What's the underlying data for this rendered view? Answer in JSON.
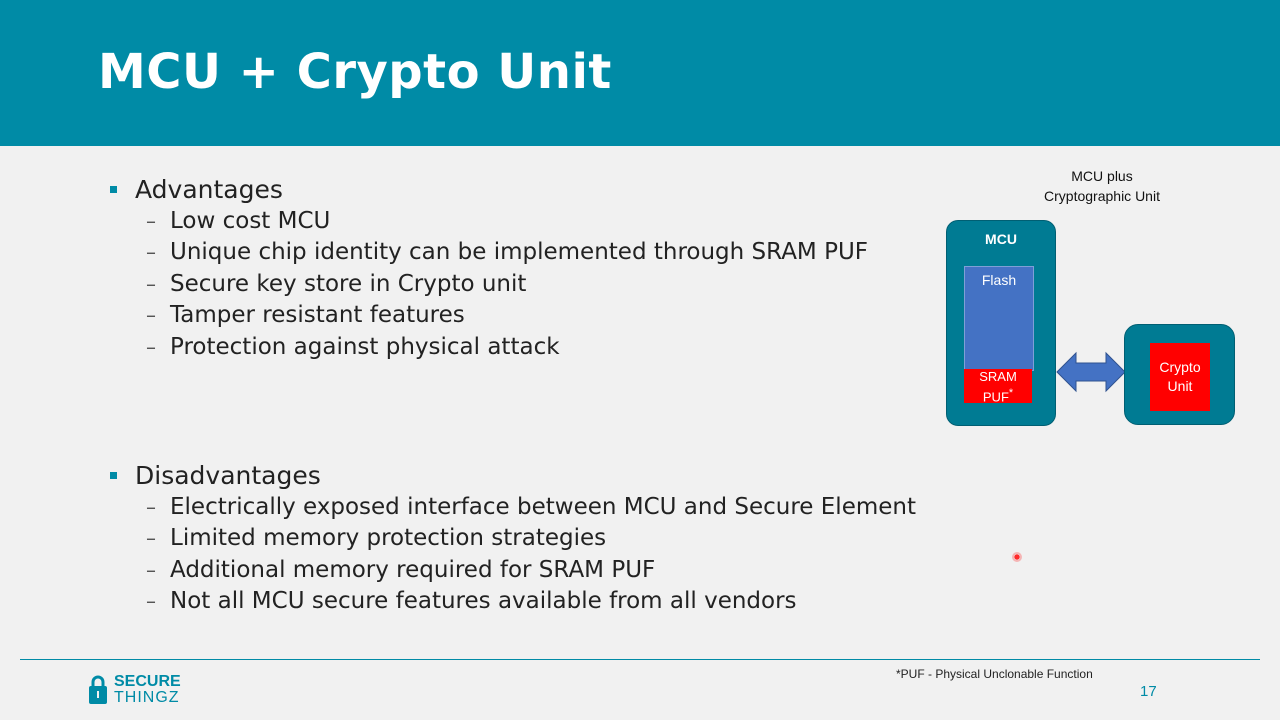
{
  "slide": {
    "title": "MCU + Crypto Unit",
    "page_number": "17",
    "footnote": "*PUF - Physical Unclonable Function"
  },
  "advantages": {
    "heading": "Advantages",
    "items": [
      "Low cost MCU",
      "Unique chip identity can be implemented through SRAM PUF",
      "Secure key store in Crypto unit",
      "Tamper resistant features",
      "Protection against physical attack"
    ]
  },
  "disadvantages": {
    "heading": "Disadvantages",
    "items": [
      "Electrically exposed interface between MCU and Secure Element",
      "Limited memory protection strategies",
      "Additional memory required for SRAM PUF",
      "Not all MCU secure features available from all vendors"
    ]
  },
  "diagram": {
    "caption_line1": "MCU plus",
    "caption_line2": "Cryptographic Unit",
    "mcu_label": "MCU",
    "flash_label": "Flash",
    "sram_line1": "SRAM",
    "sram_line2": "PUF",
    "sram_mark": "*",
    "crypto_line1": "Crypto",
    "crypto_line2": "Unit"
  },
  "logo": {
    "line1": "SECURE",
    "line2": "THINGZ"
  },
  "colors": {
    "header": "#008ba6",
    "background": "#f1f1f1",
    "mcu_block": "#007b93",
    "flash": "#4472c4",
    "highlight_red": "#ff0000",
    "arrow": "#4472c4"
  }
}
